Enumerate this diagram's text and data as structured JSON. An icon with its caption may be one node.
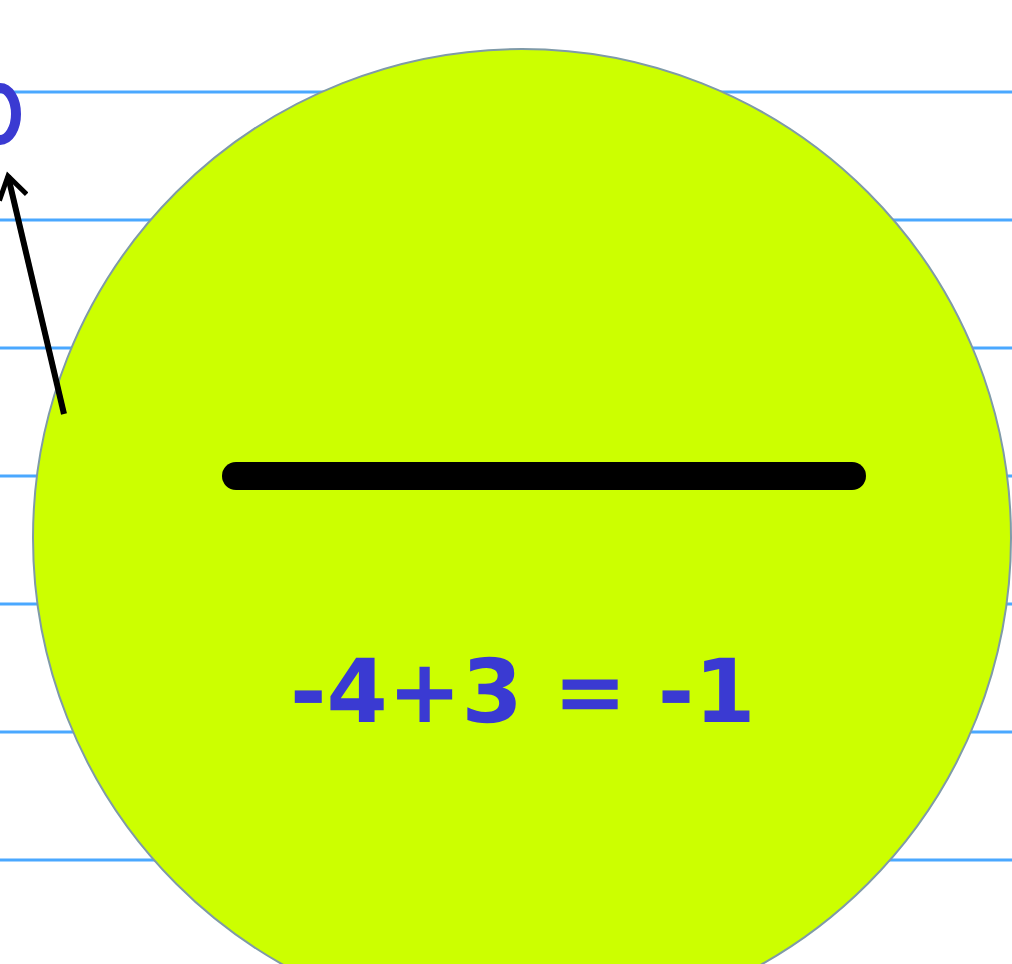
{
  "diagram": {
    "nodes": [
      {
        "text": [
          "-4+3 = -1"
        ]
      },
      {
        "text": [],
        "shape": "circle"
      }
    ],
    "edges": [
      {
        "from": 0,
        "to": 1,
        "arrow": "to"
      }
    ]
  }
}
